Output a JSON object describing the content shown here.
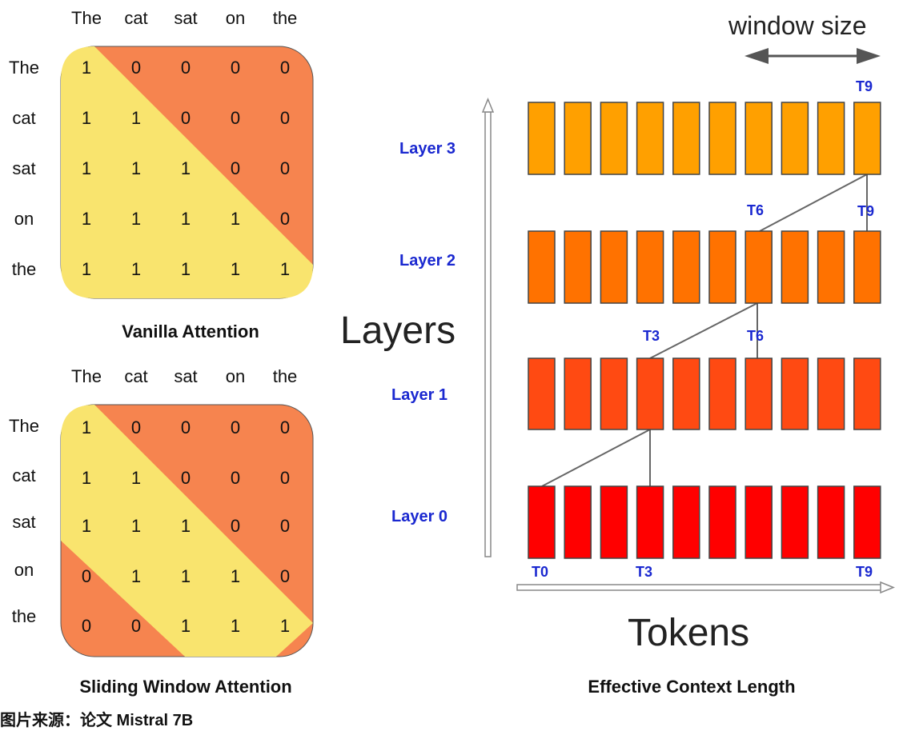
{
  "matrix_headers": [
    "The",
    "cat",
    "sat",
    "on",
    "the"
  ],
  "vanilla": {
    "caption": "Vanilla Attention",
    "rows": [
      [
        "1",
        "0",
        "0",
        "0",
        "0"
      ],
      [
        "1",
        "1",
        "0",
        "0",
        "0"
      ],
      [
        "1",
        "1",
        "1",
        "0",
        "0"
      ],
      [
        "1",
        "1",
        "1",
        "1",
        "0"
      ],
      [
        "1",
        "1",
        "1",
        "1",
        "1"
      ]
    ]
  },
  "sliding": {
    "caption": "Sliding Window Attention",
    "rows": [
      [
        "1",
        "0",
        "0",
        "0",
        "0"
      ],
      [
        "1",
        "1",
        "0",
        "0",
        "0"
      ],
      [
        "1",
        "1",
        "1",
        "0",
        "0"
      ],
      [
        "0",
        "1",
        "1",
        "1",
        "0"
      ],
      [
        "0",
        "0",
        "1",
        "1",
        "1"
      ]
    ]
  },
  "diagram": {
    "caption": "Effective Context Length",
    "y_axis_label": "Layers",
    "x_axis_label": "Tokens",
    "window_label": "window size",
    "layers": [
      "Layer 0",
      "Layer 1",
      "Layer 2",
      "Layer 3"
    ],
    "token_labels": {
      "t0": "T0",
      "t3": "T3",
      "t6": "T6",
      "t9": "T9"
    },
    "colors": {
      "layer0": "#ff0000",
      "layer1": "#ff4a12",
      "layer2": "#ff7200",
      "layer3": "#ffa000",
      "attn_yes": "#f9e46e",
      "attn_no": "#f6844f"
    }
  },
  "source": "图片来源：论文 Mistral 7B"
}
